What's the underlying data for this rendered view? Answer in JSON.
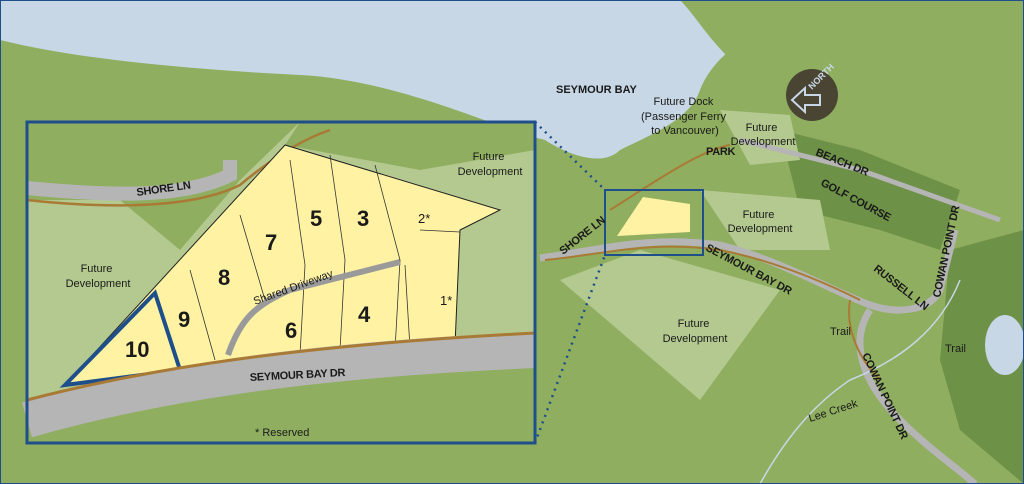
{
  "colors": {
    "water": "#c8d7e6",
    "land": "#8fae5f",
    "light_land": "#b4c98f",
    "dark_land": "#6d9147",
    "lots": "#fff3a3",
    "road": "#b5b5b5",
    "trail": "#a97a35",
    "frame": "#1e4f8a",
    "compass": "#4a4433"
  },
  "overview": {
    "bay": "SEYMOUR BAY",
    "dock": [
      "Future Dock",
      "(Passenger Ferry",
      "to Vancouver)"
    ],
    "park": "PARK",
    "future_dev_1": [
      "Future",
      "Development"
    ],
    "future_dev_2": [
      "Future",
      "Development"
    ],
    "future_dev_3": [
      "Future",
      "Development"
    ],
    "beach_dr": "BEACH DR",
    "golf_course": "GOLF COURSE",
    "shore_ln": "SHORE LN",
    "seymour_bay_dr": "SEYMOUR BAY DR",
    "russell_ln": "RUSSELL LN",
    "cowan_point_dr_1": "COWAN POINT DR",
    "cowan_point_dr_2": "COWAN POINT DR",
    "trail_1": "Trail",
    "trail_2": "Trail",
    "lee_creek": "Lee Creek",
    "compass": "NORTH"
  },
  "inset": {
    "shore_ln": "SHORE LN",
    "future_dev_left": [
      "Future",
      "Development"
    ],
    "future_dev_right": [
      "Future",
      "Development"
    ],
    "shared_driveway": "Shared Driveway",
    "seymour_bay_dr": "SEYMOUR BAY DR",
    "reserved_note": "* Reserved",
    "lots": [
      "10",
      "9",
      "8",
      "7",
      "6",
      "5",
      "4",
      "3",
      "2*",
      "1*"
    ]
  }
}
